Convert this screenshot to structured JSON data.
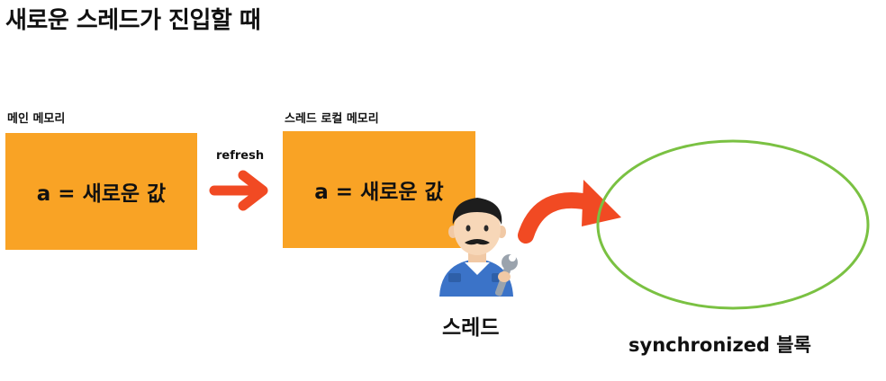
{
  "title": "새로운 스레드가 진입할 때",
  "main_memory": {
    "label": "메인 메모리",
    "value": "a = 새로운 값"
  },
  "arrow_label": "refresh",
  "thread_local_memory": {
    "label": "스레드 로컬 메모리",
    "value": "a = 새로운 값"
  },
  "thread": {
    "label": "스레드",
    "icon": "mechanic-person-icon"
  },
  "sync_block": {
    "label": "synchronized 블록"
  },
  "colors": {
    "box_fill": "#f9a325",
    "arrow": "#f14a23",
    "ellipse_stroke": "#7ac142"
  }
}
